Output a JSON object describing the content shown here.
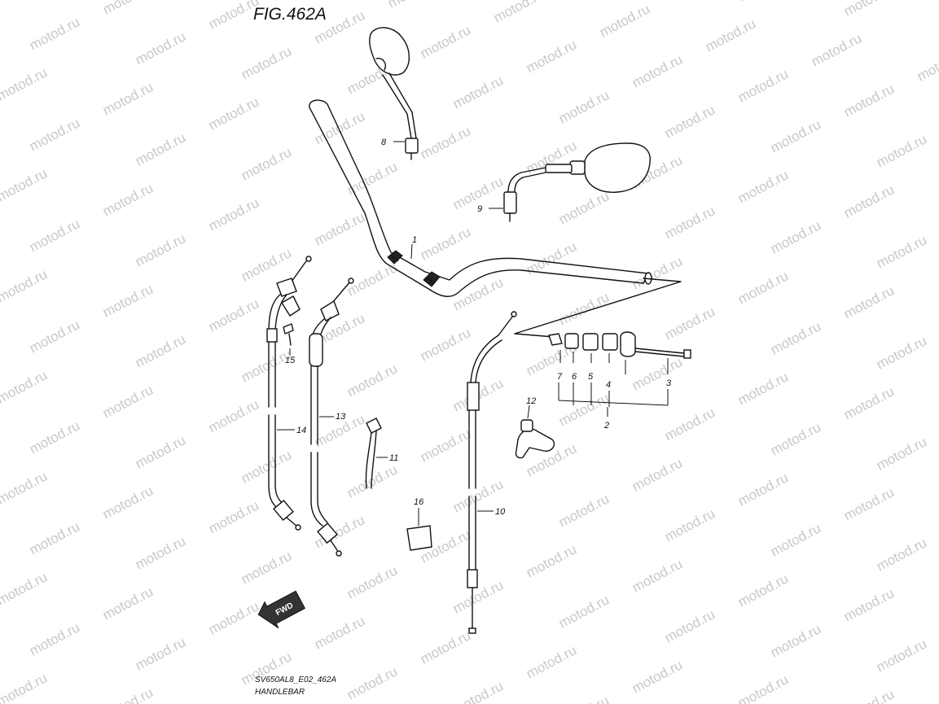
{
  "figure": {
    "title": "FIG.462A",
    "footer_code": "SV650AL8_E02_462A",
    "footer_name": "HANDLEBAR"
  },
  "watermark": {
    "text": "motod.ru"
  },
  "direction_badge": {
    "label": "FWD"
  },
  "callouts": {
    "c1": "1",
    "c2": "2",
    "c3": "3",
    "c4": "4",
    "c5": "5",
    "c6": "6",
    "c7": "7",
    "c8": "8",
    "c9": "9",
    "c10": "10",
    "c11": "11",
    "c12": "12",
    "c13": "13",
    "c14": "14",
    "c15": "15",
    "c16": "16"
  }
}
